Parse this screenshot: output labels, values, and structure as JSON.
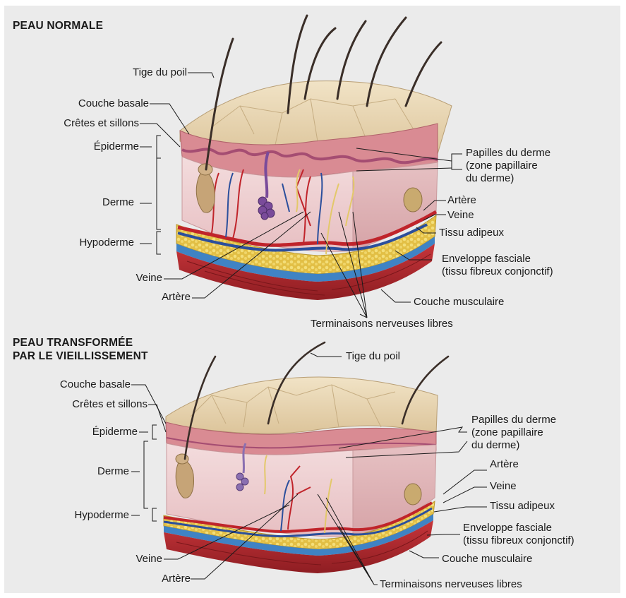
{
  "normal": {
    "title": "PEAU NORMALE",
    "labels": {
      "tige": "Tige du poil",
      "couche_basale": "Couche basale",
      "cretes": "Crêtes et sillons",
      "epiderme": "Épiderme",
      "derme": "Derme",
      "hypoderme": "Hypoderme",
      "veine_left": "Veine",
      "artere_left": "Artère",
      "papilles_1": "Papilles du derme",
      "papilles_2": "(zone papillaire",
      "papilles_3": "du derme)",
      "artere_right": "Artère",
      "veine_right": "Veine",
      "tissu": "Tissu adipeux",
      "enveloppe_1": "Enveloppe fasciale",
      "enveloppe_2": "(tissu fibreux conjonctif)",
      "musculaire": "Couche musculaire",
      "terminaisons": "Terminaisons nerveuses libres"
    }
  },
  "aged": {
    "title_1": "PEAU TRANSFORMÉE",
    "title_2": "PAR LE VIEILLISSEMENT",
    "labels": {
      "tige": "Tige du poil",
      "couche_basale": "Couche basale",
      "cretes": "Crêtes et sillons",
      "epiderme": "Épiderme",
      "derme": "Derme",
      "hypoderme": "Hypoderme",
      "veine_left": "Veine",
      "artere_left": "Artère",
      "papilles_1": "Papilles du derme",
      "papilles_2": "(zone papillaire",
      "papilles_3": "du derme)",
      "artere_right": "Artère",
      "veine_right": "Veine",
      "tissu": "Tissu adipeux",
      "enveloppe_1": "Enveloppe fasciale",
      "enveloppe_2": "(tissu fibreux conjonctif)",
      "musculaire": "Couche musculaire",
      "terminaisons": "Terminaisons nerveuses libres"
    }
  },
  "colors": {
    "panel": "#ebebeb",
    "skin_top": "#e9d6b4",
    "epidermis": "#d98b93",
    "dermis": "#efd1d3",
    "artery": "#c0242b",
    "vein": "#2b4f9c",
    "fat": "#e8c94f",
    "fascia": "#3f83c4",
    "muscle": "#b82c30",
    "hair": "#3a2e28"
  }
}
